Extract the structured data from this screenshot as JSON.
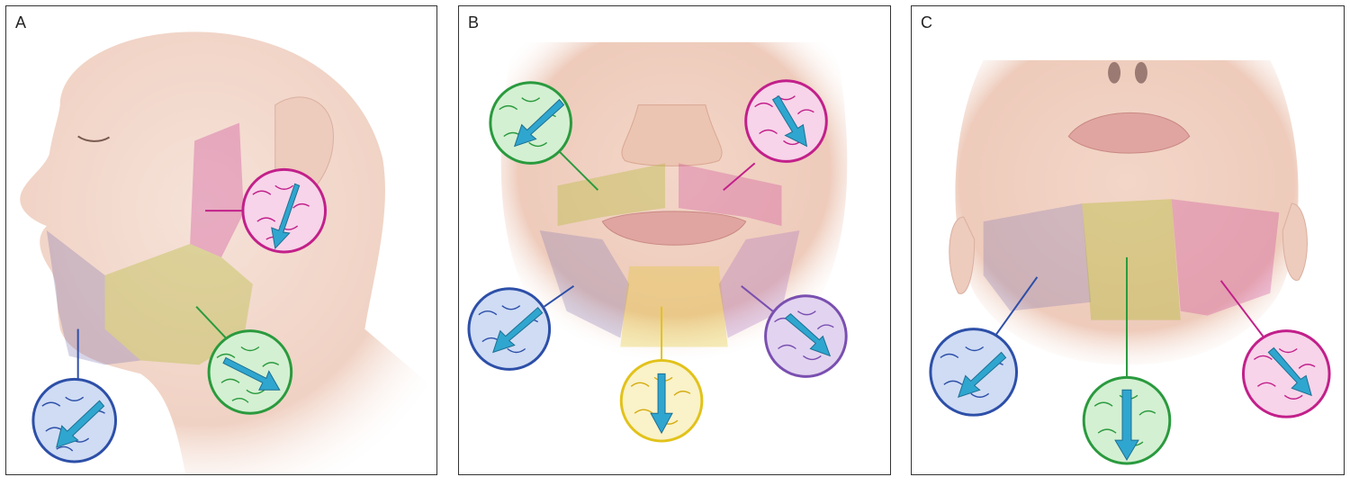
{
  "panels": [
    {
      "label": "A",
      "view": "profile-left",
      "regions": [
        {
          "name": "sideburn-upper-cheek",
          "color": "#c2208a",
          "direction": "down-left"
        },
        {
          "name": "cheek-jaw",
          "color": "#2a9a3e",
          "direction": "down-right"
        },
        {
          "name": "chin-front",
          "color": "#2d4fa8",
          "direction": "down-left"
        }
      ]
    },
    {
      "label": "B",
      "view": "frontal",
      "regions": [
        {
          "name": "mustache-left",
          "color": "#2a9a3e",
          "direction": "down-left"
        },
        {
          "name": "mustache-right",
          "color": "#c2208a",
          "direction": "down-right"
        },
        {
          "name": "chin-left",
          "color": "#2d4fa8",
          "direction": "down-left"
        },
        {
          "name": "chin-center",
          "color": "#e2c21a",
          "direction": "down"
        },
        {
          "name": "chin-right",
          "color": "#7a4fb0",
          "direction": "down-right"
        }
      ]
    },
    {
      "label": "C",
      "view": "submental",
      "regions": [
        {
          "name": "neck-left",
          "color": "#2d4fa8",
          "direction": "down-left"
        },
        {
          "name": "neck-center",
          "color": "#2a9a3e",
          "direction": "down"
        },
        {
          "name": "neck-right",
          "color": "#c2208a",
          "direction": "down-right"
        }
      ]
    }
  ],
  "arrow_color": "#2fa6cf"
}
